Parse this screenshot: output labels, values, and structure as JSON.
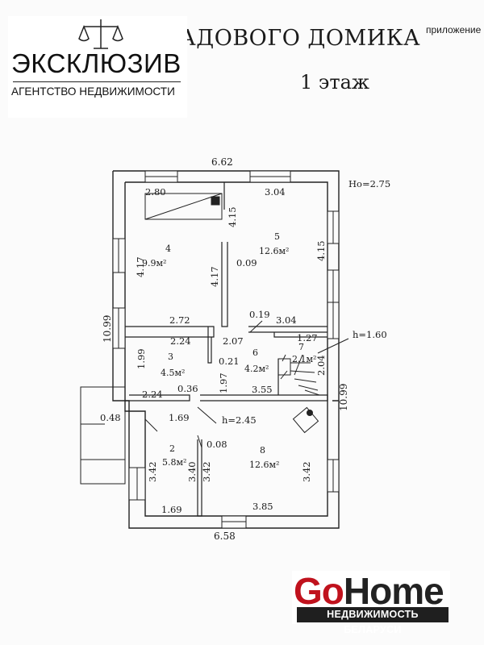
{
  "header": {
    "title": "ПЛАН САДОВОГО ДОМИКА",
    "subtitle": "1 этаж",
    "appendix": "приложение"
  },
  "agency_logo": {
    "name": "ЭКСКЛЮЗИВ",
    "tagline": "АГЕНТСТВО НЕДВИЖИМОСТИ"
  },
  "gohome_logo": {
    "go": "Go",
    "home": "Home",
    "tagline": "НЕДВИЖИМОСТЬ БЕЛАРУСИ",
    "color_go": "#c0121d"
  },
  "plan": {
    "ceiling_height": "Ho=2.75",
    "stair_height": "h=1.60",
    "step_height": "h=2.45",
    "overall": {
      "top": "6.62",
      "bottom": "6.58",
      "left": "10.99",
      "right": "10.99"
    },
    "rooms": [
      {
        "num": "2",
        "area": "5.8м²"
      },
      {
        "num": "3",
        "area": "4.5м²"
      },
      {
        "num": "4",
        "area": "9.9м²"
      },
      {
        "num": "5",
        "area": "12.6м²"
      },
      {
        "num": "6",
        "area": "4.2м²"
      },
      {
        "num": "7",
        "area": "2.1м²"
      },
      {
        "num": "8",
        "area": "12.6м²"
      }
    ],
    "dims": {
      "r4_top": "2.80",
      "r5_top": "3.04",
      "r4_closet": "4.15",
      "r5_right": "4.15",
      "r4_left": "4.17",
      "r4_right": "4.17",
      "wall_009": "0.09",
      "r4_bottom": "2.72",
      "wall_019": "0.19",
      "r5_bottom": "3.04",
      "r3_top": "2.24",
      "r6_top": "2.07",
      "r7_top": "1.27",
      "r3_left": "1.99",
      "wall_021": "0.21",
      "r7_right": "2.04",
      "r3_bottom": "2.24",
      "wall_036": "0.36",
      "r6_right": "1.97",
      "r6_bottom": "3.55",
      "porch": "0.48",
      "r2_top": "1.69",
      "wall_008": "0.08",
      "r2_left": "3.42",
      "r2_right": "3.40",
      "r8_left": "3.42",
      "r8_right": "3.42",
      "r2_bottom": "1.69",
      "r8_bottom": "3.85"
    }
  }
}
